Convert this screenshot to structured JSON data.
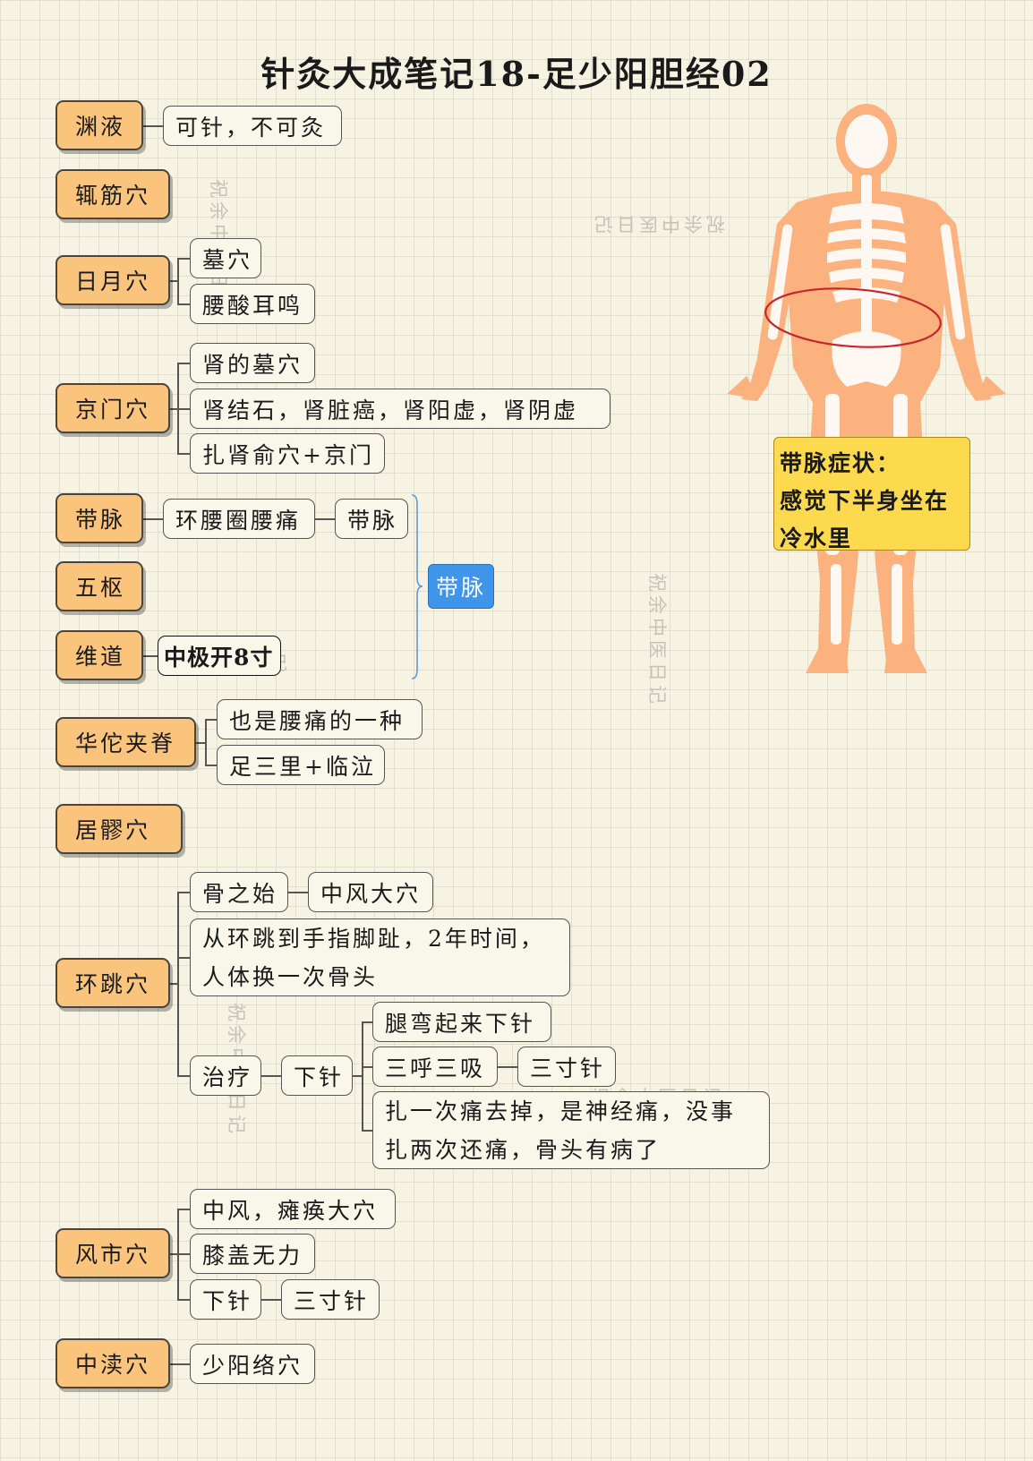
{
  "title": "针灸大成笔记18-足少阳胆经02",
  "watermark": "祝余中医日记",
  "colors": {
    "main_node": "#fbc47c",
    "sub_node": "#f9f6ea",
    "highlight_node": "#3f95e9",
    "symptom_box": "#fdd94d",
    "annotation_ellipse": "#c8242a",
    "body_silhouette": "#fbb27e"
  },
  "nodes": {
    "yuanye": {
      "label": "渊液",
      "children": [
        "可针，不可灸"
      ]
    },
    "zhejin": {
      "label": "辄筋穴"
    },
    "riyue": {
      "label": "日月穴",
      "children": [
        "墓穴",
        "腰酸耳鸣"
      ]
    },
    "jingmen": {
      "label": "京门穴",
      "children": [
        "肾的墓穴",
        "肾结石，肾脏癌，肾阳虚，肾阴虚",
        "扎肾俞穴+京门"
      ]
    },
    "daimai": {
      "label": "带脉",
      "child": "环腰圈腰痛",
      "grandchild": "带脉"
    },
    "wushu": {
      "label": "五枢"
    },
    "weidao": {
      "label": "维道",
      "child": "中极开8寸"
    },
    "group_label": "带脉",
    "huatuo": {
      "label": "华佗夹脊",
      "children": [
        "也是腰痛的一种",
        "足三里+临泣"
      ]
    },
    "juliao": {
      "label": "居髎穴"
    },
    "huantiao": {
      "label": "环跳穴",
      "gu": "骨之始",
      "gu_child": "中风大穴",
      "desc_line1": "从环跳到手指脚趾，2年时间，",
      "desc_line2": "人体换一次骨头",
      "zhiliao": "治疗",
      "xiazhen": "下针",
      "steps": [
        "腿弯起来下针",
        "三呼三吸",
        "三寸针"
      ],
      "note_line1": "扎一次痛去掉，是神经痛，没事",
      "note_line2": "扎两次还痛，骨头有病了"
    },
    "fengshi": {
      "label": "风市穴",
      "children": [
        "中风，瘫痪大穴",
        "膝盖无力",
        "下针",
        "三寸针"
      ]
    },
    "zhongdu": {
      "label": "中渎穴",
      "child": "少阳络穴"
    }
  },
  "symptom_box": {
    "line1": "带脉症状：",
    "line2": "感觉下半身坐在",
    "line3": "冷水里"
  },
  "figure": {
    "icon": "skeleton-figure-icon"
  }
}
